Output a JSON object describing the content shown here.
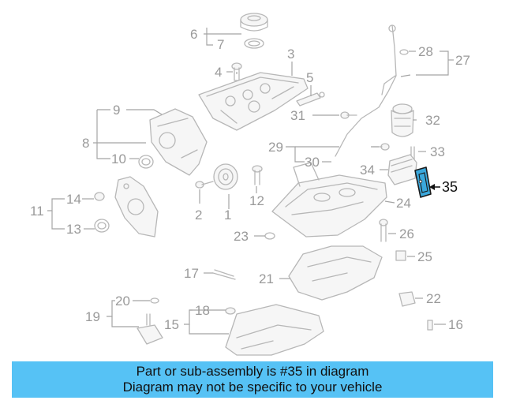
{
  "callouts": {
    "n1": "1",
    "n2": "2",
    "n3": "3",
    "n4": "4",
    "n5": "5",
    "n6": "6",
    "n7": "7",
    "n8": "8",
    "n9": "9",
    "n10": "10",
    "n11": "11",
    "n12": "12",
    "n13": "13",
    "n14": "14",
    "n15": "15",
    "n16": "16",
    "n17": "17",
    "n18": "18",
    "n19": "19",
    "n20": "20",
    "n21": "21",
    "n22": "22",
    "n23": "23",
    "n24": "24",
    "n25": "25",
    "n26": "26",
    "n27": "27",
    "n28": "28",
    "n29": "29",
    "n30": "30",
    "n31": "31",
    "n32": "32",
    "n33": "33",
    "n34": "34",
    "n35": "35"
  },
  "highlight": {
    "part": "35",
    "color": "#3aa8dc"
  },
  "banner": {
    "line1": "Part or sub-assembly is #35 in diagram",
    "line2": "Diagram may not be specific to your vehicle",
    "color": "#56c2f5"
  }
}
